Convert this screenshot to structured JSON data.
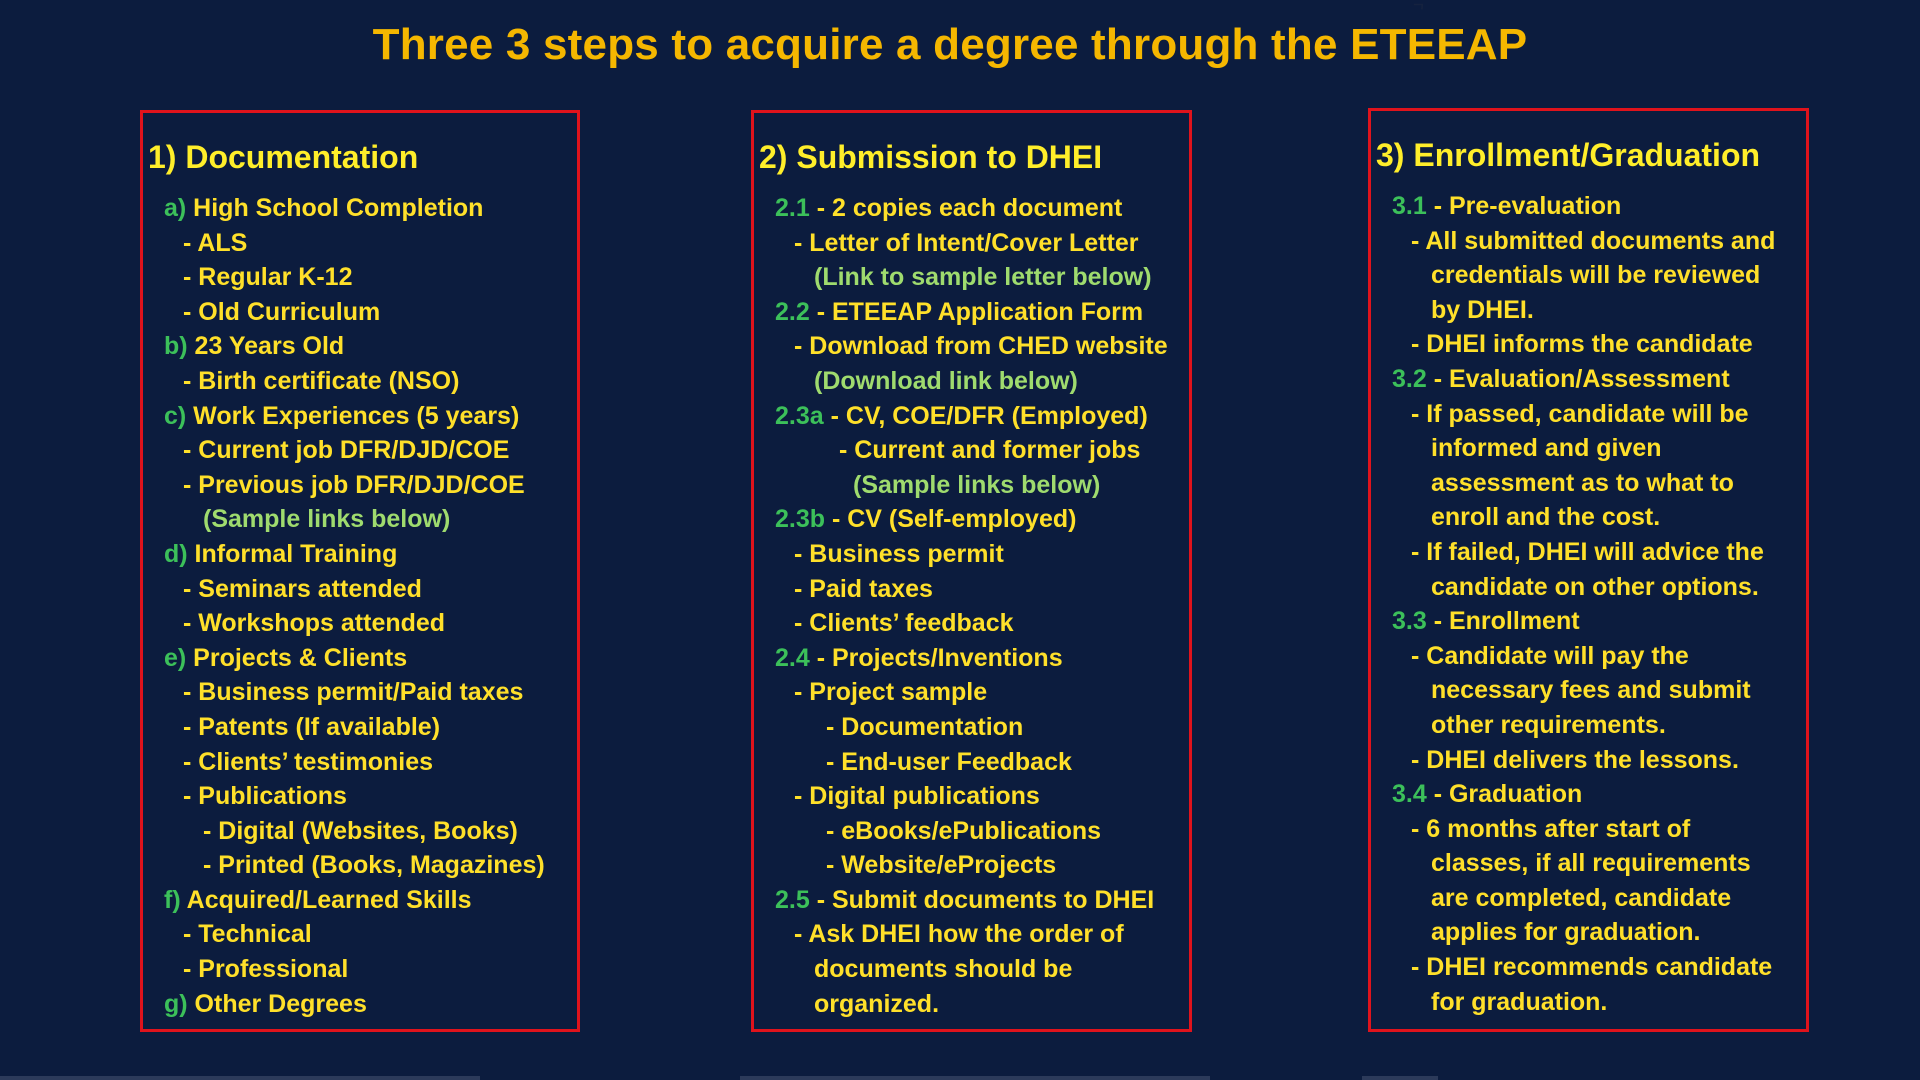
{
  "title": "Three 3 steps to acquire a degree through the ETEEAP",
  "corner_mark": "ᄀ",
  "colors": {
    "background": "#0c1c3e",
    "title": "#f5b700",
    "heading": "#ffee2a",
    "text": "#ffe02a",
    "marker": "#3cc05a",
    "link_note": "#9fdb6e",
    "border": "#e0131c"
  },
  "columns": [
    {
      "heading": "1) Documentation",
      "lines": [
        {
          "indent": 1,
          "marker": "a)",
          "text": " High School Completion"
        },
        {
          "indent": 2,
          "marker": "",
          "text": "- ALS"
        },
        {
          "indent": 2,
          "marker": "",
          "text": "- Regular K-12"
        },
        {
          "indent": 2,
          "marker": "",
          "text": "- Old Curriculum"
        },
        {
          "indent": 1,
          "marker": "b)",
          "text": " 23 Years Old"
        },
        {
          "indent": 2,
          "marker": "",
          "text": "- Birth certificate (NSO)"
        },
        {
          "indent": 1,
          "marker": "c)",
          "text": " Work Experiences (5 years)"
        },
        {
          "indent": 2,
          "marker": "",
          "text": "- Current job DFR/DJD/COE"
        },
        {
          "indent": 2,
          "marker": "",
          "text": "- Previous job DFR/DJD/COE"
        },
        {
          "indent": 3,
          "marker": "",
          "text": "(Sample links below)",
          "style": "link"
        },
        {
          "indent": 1,
          "marker": "d)",
          "text": " Informal Training"
        },
        {
          "indent": 2,
          "marker": "",
          "text": "- Seminars attended"
        },
        {
          "indent": 2,
          "marker": "",
          "text": "- Workshops attended"
        },
        {
          "indent": 1,
          "marker": "e)",
          "text": " Projects & Clients"
        },
        {
          "indent": 2,
          "marker": "",
          "text": "- Business permit/Paid taxes"
        },
        {
          "indent": 2,
          "marker": "",
          "text": "- Patents (If available)"
        },
        {
          "indent": 2,
          "marker": "",
          "text": "- Clients’ testimonies"
        },
        {
          "indent": 2,
          "marker": "",
          "text": "- Publications"
        },
        {
          "indent": 3,
          "marker": "",
          "text": "- Digital (Websites, Books)"
        },
        {
          "indent": 3,
          "marker": "",
          "text": "- Printed (Books, Magazines)"
        },
        {
          "indent": 1,
          "marker": "f)",
          "text": "  Acquired/Learned Skills"
        },
        {
          "indent": 2,
          "marker": "",
          "text": "- Technical"
        },
        {
          "indent": 2,
          "marker": "",
          "text": "- Professional"
        },
        {
          "indent": 1,
          "marker": "g)",
          "text": " Other Degrees"
        }
      ]
    },
    {
      "heading": "2) Submission to DHEI",
      "lines": [
        {
          "indent": 1,
          "marker": "2.1",
          "text": " - 2 copies each document"
        },
        {
          "indent": 2,
          "marker": "",
          "text": "- Letter of Intent/Cover Letter"
        },
        {
          "indent": 3,
          "marker": "",
          "text": "(Link to sample letter below)",
          "style": "link"
        },
        {
          "indent": 1,
          "marker": "2.2",
          "text": " - ETEEAP Application Form"
        },
        {
          "indent": 2,
          "marker": "",
          "text": "- Download from CHED website"
        },
        {
          "indent": 3,
          "marker": "",
          "text": "(Download link below)",
          "style": "link"
        },
        {
          "indent": 1,
          "marker": "2.3a",
          "text": " - CV, COE/DFR (Employed)"
        },
        {
          "indent": 4,
          "marker": "",
          "text": "- Current and former jobs"
        },
        {
          "indent": 5,
          "marker": "",
          "text": "(Sample links below)",
          "style": "link"
        },
        {
          "indent": 1,
          "marker": "2.3b",
          "text": " - CV (Self-employed)"
        },
        {
          "indent": 2,
          "marker": "",
          "text": "- Business permit"
        },
        {
          "indent": 2,
          "marker": "",
          "text": "- Paid taxes"
        },
        {
          "indent": 2,
          "marker": "",
          "text": "- Clients’ feedback"
        },
        {
          "indent": 1,
          "marker": "2.4",
          "text": " - Projects/Inventions"
        },
        {
          "indent": 2,
          "marker": "",
          "text": "- Project sample"
        },
        {
          "indent": 6,
          "marker": "",
          "text": "- Documentation"
        },
        {
          "indent": 6,
          "marker": "",
          "text": "- End-user Feedback"
        },
        {
          "indent": 2,
          "marker": "",
          "text": "- Digital publications"
        },
        {
          "indent": 6,
          "marker": "",
          "text": "- eBooks/ePublications"
        },
        {
          "indent": 6,
          "marker": "",
          "text": "- Website/eProjects"
        },
        {
          "indent": 1,
          "marker": "2.5",
          "text": " - Submit documents to DHEI"
        },
        {
          "indent": 2,
          "marker": "",
          "text": "- Ask DHEI how the order of"
        },
        {
          "indent": 3,
          "marker": "",
          "text": "documents  should be"
        },
        {
          "indent": 3,
          "marker": "",
          "text": "organized."
        }
      ]
    },
    {
      "heading": "3) Enrollment/Graduation",
      "lines": [
        {
          "indent": 1,
          "marker": "3.1",
          "text": " - Pre-evaluation"
        },
        {
          "indent": 2,
          "marker": "",
          "text": "- All submitted documents and"
        },
        {
          "indent": 3,
          "marker": "",
          "text": "credentials will be reviewed"
        },
        {
          "indent": 3,
          "marker": "",
          "text": "by DHEI."
        },
        {
          "indent": 2,
          "marker": "",
          "text": "- DHEI informs the candidate"
        },
        {
          "indent": 1,
          "marker": "3.2",
          "text": " -  Evaluation/Assessment"
        },
        {
          "indent": 2,
          "marker": "",
          "text": "- If passed, candidate will be"
        },
        {
          "indent": 3,
          "marker": "",
          "text": "informed and given"
        },
        {
          "indent": 3,
          "marker": "",
          "text": "assessment as to what to"
        },
        {
          "indent": 3,
          "marker": "",
          "text": "enroll and the cost."
        },
        {
          "indent": 2,
          "marker": "",
          "text": "- If failed, DHEI will advice the"
        },
        {
          "indent": 3,
          "marker": "",
          "text": "candidate on other options."
        },
        {
          "indent": 1,
          "marker": "3.3",
          "text": " - Enrollment"
        },
        {
          "indent": 2,
          "marker": "",
          "text": "- Candidate will pay the"
        },
        {
          "indent": 3,
          "marker": "",
          "text": "necessary fees and submit"
        },
        {
          "indent": 3,
          "marker": "",
          "text": "other requirements."
        },
        {
          "indent": 2,
          "marker": "",
          "text": "-  DHEI delivers the lessons."
        },
        {
          "indent": 1,
          "marker": "3.4",
          "text": " - Graduation"
        },
        {
          "indent": 2,
          "marker": "",
          "text": "- 6 months after start of"
        },
        {
          "indent": 3,
          "marker": "",
          "text": "classes, if all requirements"
        },
        {
          "indent": 3,
          "marker": "",
          "text": "are completed, candidate"
        },
        {
          "indent": 3,
          "marker": "",
          "text": "applies for graduation."
        },
        {
          "indent": 2,
          "marker": "",
          "text": "- DHEI recommends candidate"
        },
        {
          "indent": 3,
          "marker": "",
          "text": "for graduation."
        }
      ]
    }
  ]
}
